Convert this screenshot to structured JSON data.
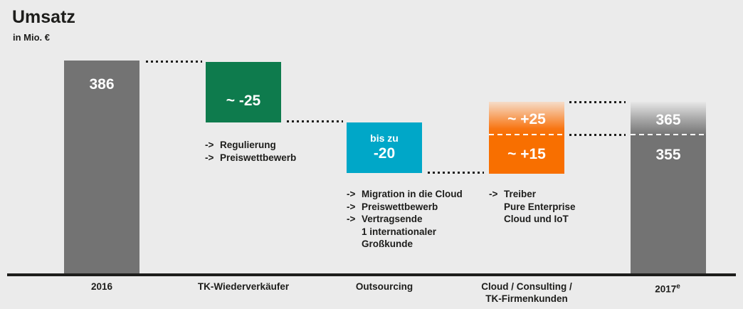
{
  "header": {
    "title": "Umsatz",
    "subtitle": "in Mio. €"
  },
  "colors": {
    "background": "#ebebeb",
    "bar_gray": "#737373",
    "bar_green": "#0e7b4d",
    "bar_cyan": "#00a7c8",
    "bar_orange": "#f86f00",
    "axis_and_text": "#1d1d1b",
    "value_text": "#ffffff"
  },
  "chart_data": {
    "type": "bar",
    "subtype": "waterfall",
    "title": "Umsatz",
    "unit": "in Mio. €",
    "categories": [
      "2016",
      "TK-Wiederverkäufer",
      "Outsourcing",
      "Cloud/Consulting/TK-Firmenkunden",
      "2017e"
    ],
    "bars": [
      {
        "category": "2016",
        "role": "total",
        "value": 386,
        "display": "386",
        "color": "#737373"
      },
      {
        "category": "TK-Wiederverkäufer",
        "role": "decrease",
        "value": -25,
        "display": "~ -25",
        "color": "#0e7b4d",
        "drivers": [
          "Regulierung",
          "Preiswettbewerb"
        ]
      },
      {
        "category": "Outsourcing",
        "role": "decrease",
        "value": -20,
        "display_prefix": "bis zu",
        "display": "-20",
        "color": "#00a7c8",
        "drivers": [
          "Migration in die Cloud",
          "Preiswettbewerb",
          "Vertragsende 1 internationaler Großkunde"
        ]
      },
      {
        "category": "Cloud/Consulting/TK-Firmenkunden",
        "role": "increase",
        "value_low": 15,
        "value_high": 25,
        "display_high": "~ +25",
        "display_low": "~ +15",
        "color": "#f86f00",
        "drivers": [
          "Treiber Pure Enterprise Cloud und IoT"
        ]
      },
      {
        "category": "2017e",
        "role": "total",
        "value_low": 355,
        "value_high": 365,
        "display_high": "365",
        "display_low": "355",
        "color": "#737373"
      }
    ],
    "connector_style": "dotted",
    "range_divider_style": "white-dashed",
    "legend_position": "none",
    "grid": false
  },
  "annotations": {
    "green": {
      "lines": [
        {
          "marker": "->",
          "text": "Regulierung"
        },
        {
          "marker": "->",
          "text": "Preiswettbewerb"
        }
      ]
    },
    "cyan": {
      "lines": [
        {
          "marker": "->",
          "text": "Migration in die Cloud"
        },
        {
          "marker": "->",
          "text": "Preiswettbewerb"
        },
        {
          "marker": "->",
          "text": "Vertragsende"
        },
        {
          "marker": "",
          "text": "1 internationaler"
        },
        {
          "marker": "",
          "text": "Großkunde"
        }
      ]
    },
    "orange": {
      "lines": [
        {
          "marker": "->",
          "text": "Treiber"
        },
        {
          "marker": "",
          "text": "Pure Enterprise"
        },
        {
          "marker": "",
          "text": "Cloud und IoT"
        }
      ]
    }
  },
  "axis": {
    "labels": [
      {
        "text": "2016"
      },
      {
        "text": "TK-Wiederverkäufer"
      },
      {
        "text": "Outsourcing"
      },
      {
        "text": "Cloud / Consulting /",
        "text2": "TK-Firmenkunden"
      },
      {
        "text": "2017",
        "sup": "e"
      }
    ]
  }
}
